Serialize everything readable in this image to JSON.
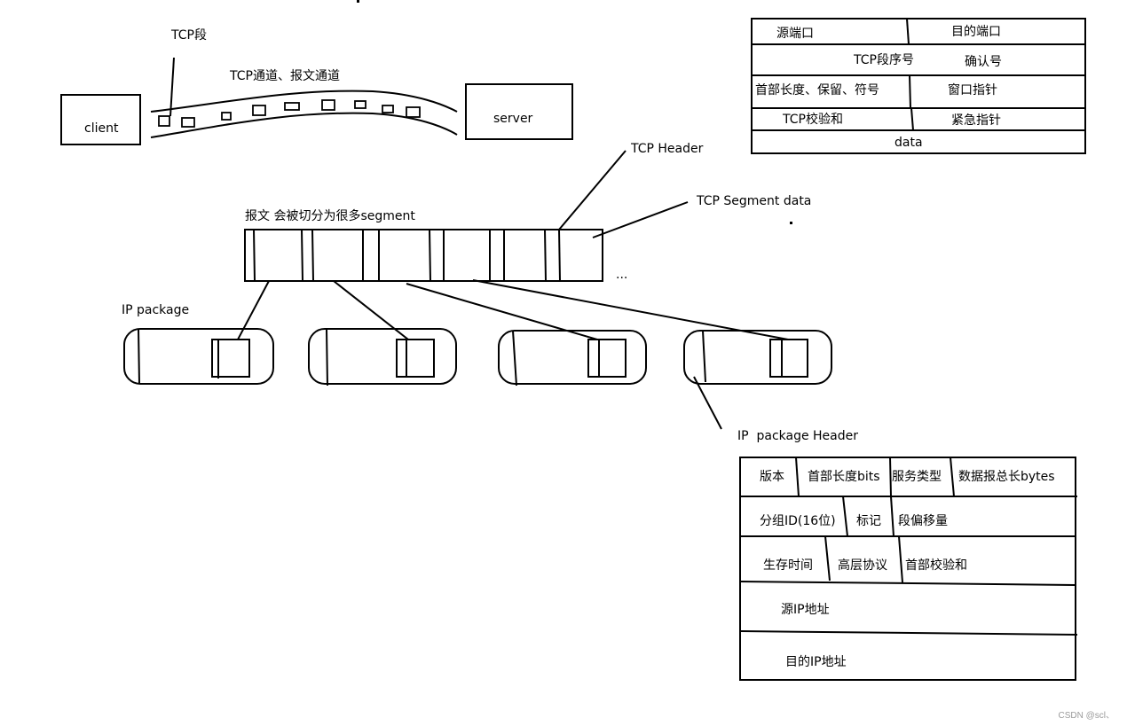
{
  "diagram": {
    "client_label": "client",
    "server_label": "server",
    "tcp_segment_label": "TCP段",
    "channel_label": "TCP通道、报文通道",
    "message_split_label": "报文 会被切分为很多segment",
    "tcp_header_label": "TCP Header",
    "tcp_segment_data_label": "TCP Segment data",
    "ellipsis": "...",
    "ip_package_label": "IP package",
    "ip_package_header_label": "IP  package Header"
  },
  "tcp_header_table": {
    "src_port": "源端口",
    "dst_port": "目的端口",
    "seq_no": "TCP段序号",
    "ack_no": "确认号",
    "header_len": "首部长度、保留、符号",
    "window": "窗口指针",
    "checksum": "TCP校验和",
    "urgent": "紧急指针",
    "data": "data"
  },
  "ip_header_table": {
    "version": "版本",
    "header_len_bits": "首部长度bits",
    "service_type": "服务类型",
    "total_len": "数据报总长bytes",
    "group_id": "分组ID(16位)",
    "flag": "标记",
    "offset": "段偏移量",
    "ttl": "生存时间",
    "protocol": "高层协议",
    "header_checksum": "首部校验和",
    "src_ip": "源IP地址",
    "dst_ip": "目的IP地址"
  },
  "watermark": "CSDN @scl、"
}
